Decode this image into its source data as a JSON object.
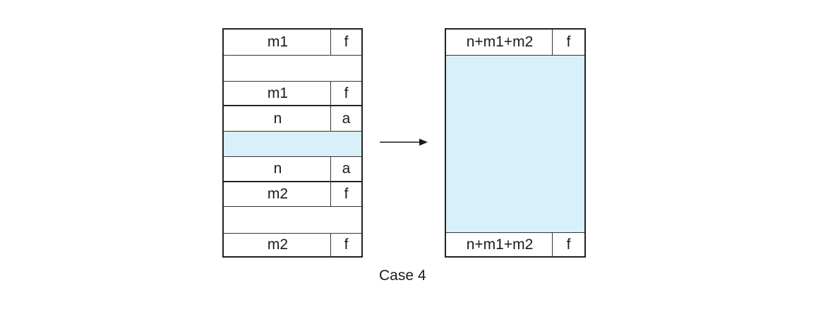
{
  "left_block": {
    "rows": [
      {
        "size": "m1",
        "flag": "f"
      },
      {
        "size": "",
        "flag": ""
      },
      {
        "size": "m1",
        "flag": "f"
      },
      {
        "size": "n",
        "flag": "a"
      },
      {
        "size": "",
        "flag": ""
      },
      {
        "size": "n",
        "flag": "a"
      },
      {
        "size": "m2",
        "flag": "f"
      },
      {
        "size": "",
        "flag": ""
      },
      {
        "size": "m2",
        "flag": "f"
      }
    ]
  },
  "right_block": {
    "header": {
      "size": "n+m1+m2",
      "flag": "f"
    },
    "footer": {
      "size": "n+m1+m2",
      "flag": "f"
    }
  },
  "caption": "Case 4",
  "colors": {
    "fill": "#d8f0fa",
    "border": "#222222"
  }
}
